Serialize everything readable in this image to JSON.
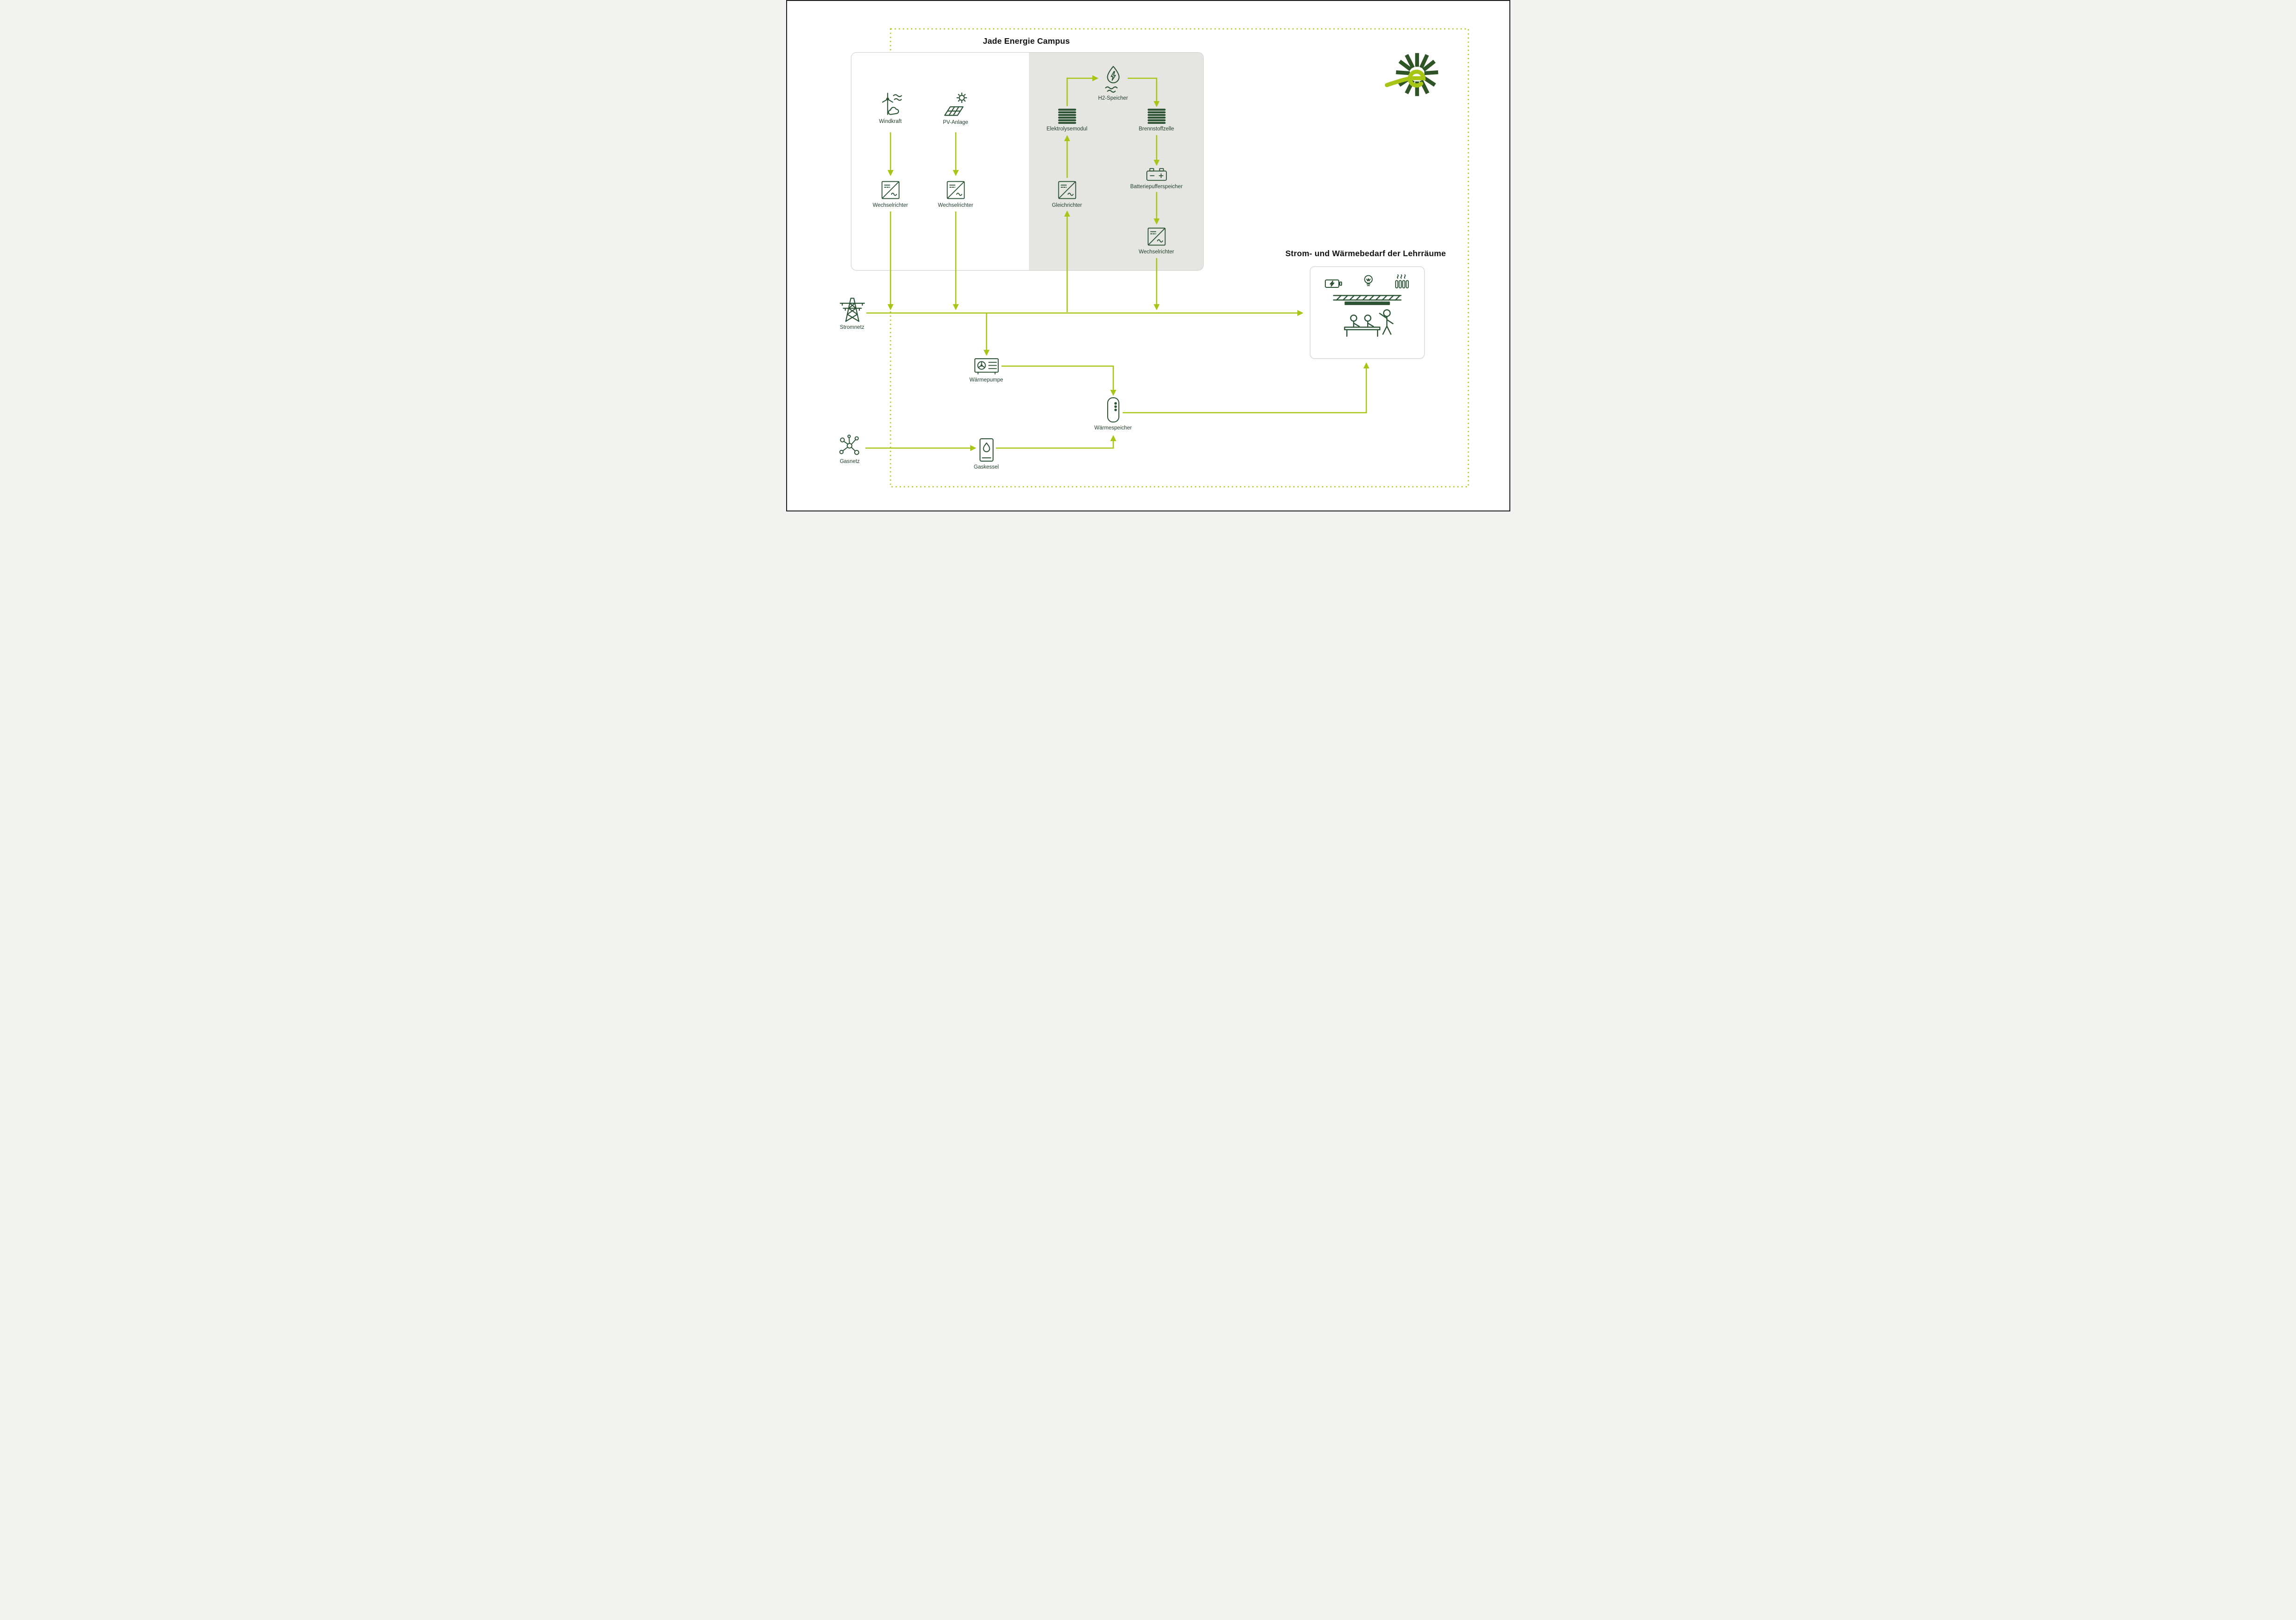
{
  "titles": {
    "campus": "Jade Energie Campus",
    "demand": "Strom- und Wärmebedarf der Lehrräume"
  },
  "nodes": {
    "windkraft": {
      "label": "Windkraft"
    },
    "pv_anlage": {
      "label": "PV-Anlage"
    },
    "wechselrichter_wind": {
      "label": "Wechselrichter"
    },
    "wechselrichter_pv": {
      "label": "Wechselrichter"
    },
    "h2_speicher": {
      "label": "H2-Speicher"
    },
    "elektrolysemodul": {
      "label": "Elektrolysemodul"
    },
    "brennstoffzelle": {
      "label": "Brennstoffzelle"
    },
    "gleichrichter": {
      "label": "Gleichrichter"
    },
    "batteriepufferspeicher": {
      "label": "Batteriepufferspeicher"
    },
    "wechselrichter_batterie": {
      "label": "Wechselrichter"
    },
    "stromnetz": {
      "label": "Stromnetz"
    },
    "gasnetz": {
      "label": "Gasnetz"
    },
    "waermepumpe": {
      "label": "Wärmepumpe"
    },
    "gaskessel": {
      "label": "Gaskessel"
    },
    "waermespeicher": {
      "label": "Wärmespeicher"
    }
  },
  "colors": {
    "accent_lime": "#a6c514",
    "dark_green": "#2b5233",
    "panel_gray": "#e5e5e2",
    "box_border": "#ccd1c8",
    "title_text": "#121212",
    "label_text": "#23402b",
    "page_bg": "#ffffff",
    "frame_border": "#1c1c1c"
  }
}
